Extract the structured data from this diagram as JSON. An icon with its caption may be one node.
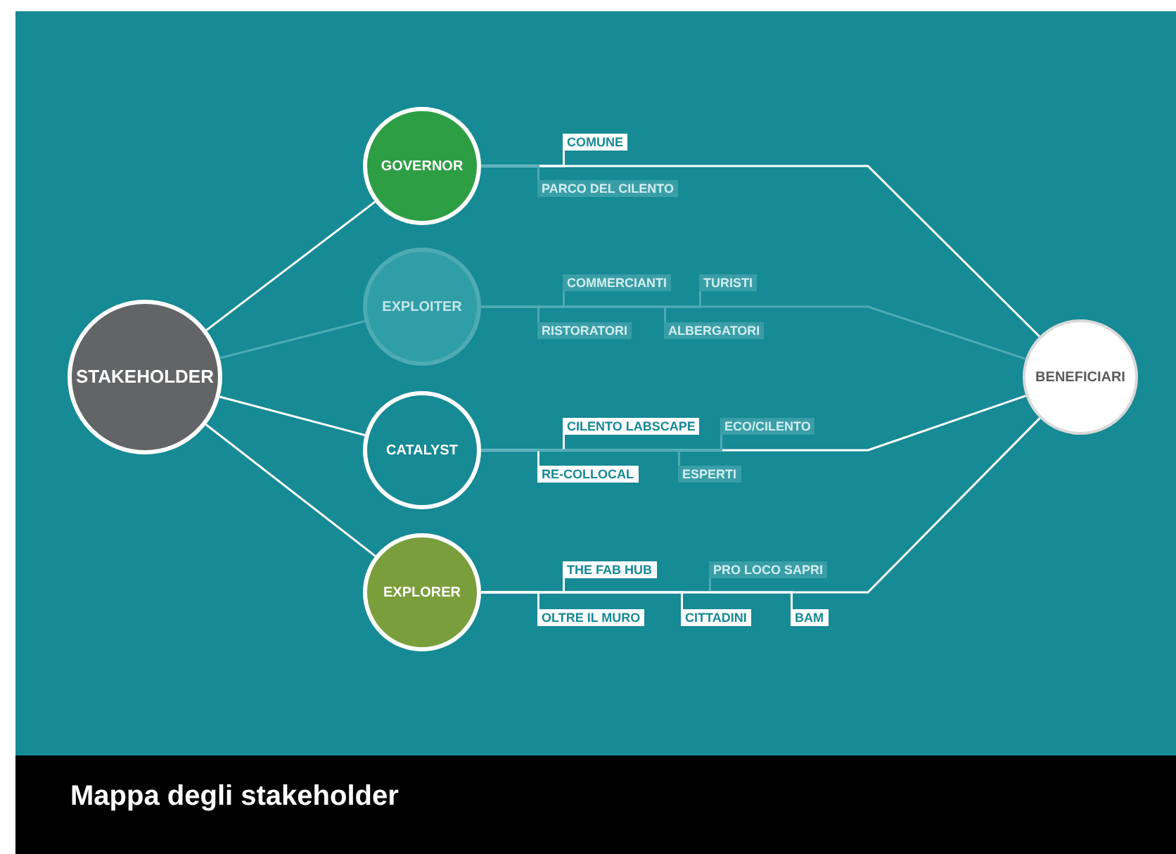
{
  "diagram": {
    "caption": "Mappa degli stakeholder",
    "nodes": [
      {
        "text": [
          "STAKEHOLDER"
        ]
      },
      {
        "text": [
          "GOVERNOR"
        ]
      },
      {
        "text": [
          "EXPLOITER"
        ]
      },
      {
        "text": [
          "CATALYST"
        ]
      },
      {
        "text": [
          "EXPLORER"
        ]
      },
      {
        "text": [
          "BENEFICIARI"
        ]
      },
      {
        "text": [
          "COMUNE"
        ]
      },
      {
        "text": [
          "PARCO DEL CILENTO"
        ]
      },
      {
        "text": [
          "COMMERCIANTI"
        ]
      },
      {
        "text": [
          "TURISTI"
        ]
      },
      {
        "text": [
          "RISTORATORI"
        ]
      },
      {
        "text": [
          "ALBERGATORI"
        ]
      },
      {
        "text": [
          "CILENTO LABSCAPE"
        ]
      },
      {
        "text": [
          "ECO/CILENTO"
        ]
      },
      {
        "text": [
          "RE-COLLOCAL"
        ]
      },
      {
        "text": [
          "ESPERTI"
        ]
      },
      {
        "text": [
          "THE FAB HUB"
        ]
      },
      {
        "text": [
          "PRO LOCO SAPRI"
        ]
      },
      {
        "text": [
          "OLTRE IL MURO"
        ]
      },
      {
        "text": [
          "CITTADINI"
        ]
      },
      {
        "text": [
          "BAM"
        ]
      }
    ],
    "edges": [
      {
        "from": 0,
        "to": 1,
        "arrow": "none"
      },
      {
        "from": 0,
        "to": 2,
        "arrow": "none",
        "color": "#4faab3"
      },
      {
        "from": 0,
        "to": 3,
        "arrow": "none"
      },
      {
        "from": 0,
        "to": 4,
        "arrow": "none"
      },
      {
        "from": 1,
        "to": 5,
        "arrow": "none"
      },
      {
        "from": 2,
        "to": 5,
        "arrow": "none",
        "color": "#4faab3"
      },
      {
        "from": 3,
        "to": 5,
        "arrow": "none"
      },
      {
        "from": 4,
        "to": 5,
        "arrow": "none"
      },
      {
        "from": 1,
        "to": 6,
        "arrow": "none"
      },
      {
        "from": 1,
        "to": 7,
        "arrow": "none",
        "color": "#4faab3"
      },
      {
        "from": 2,
        "to": 8,
        "arrow": "none",
        "color": "#4faab3"
      },
      {
        "from": 2,
        "to": 9,
        "arrow": "none",
        "color": "#4faab3"
      },
      {
        "from": 2,
        "to": 10,
        "arrow": "none",
        "color": "#4faab3"
      },
      {
        "from": 2,
        "to": 11,
        "arrow": "none",
        "color": "#4faab3"
      },
      {
        "from": 3,
        "to": 12,
        "arrow": "none"
      },
      {
        "from": 3,
        "to": 13,
        "arrow": "none",
        "color": "#4faab3"
      },
      {
        "from": 3,
        "to": 14,
        "arrow": "none"
      },
      {
        "from": 3,
        "to": 15,
        "arrow": "none",
        "color": "#4faab3"
      },
      {
        "from": 4,
        "to": 16,
        "arrow": "none"
      },
      {
        "from": 4,
        "to": 17,
        "arrow": "none",
        "color": "#4faab3"
      },
      {
        "from": 4,
        "to": 18,
        "arrow": "none"
      },
      {
        "from": 4,
        "to": 19,
        "arrow": "none"
      },
      {
        "from": 4,
        "to": 20,
        "arrow": "none"
      }
    ]
  }
}
